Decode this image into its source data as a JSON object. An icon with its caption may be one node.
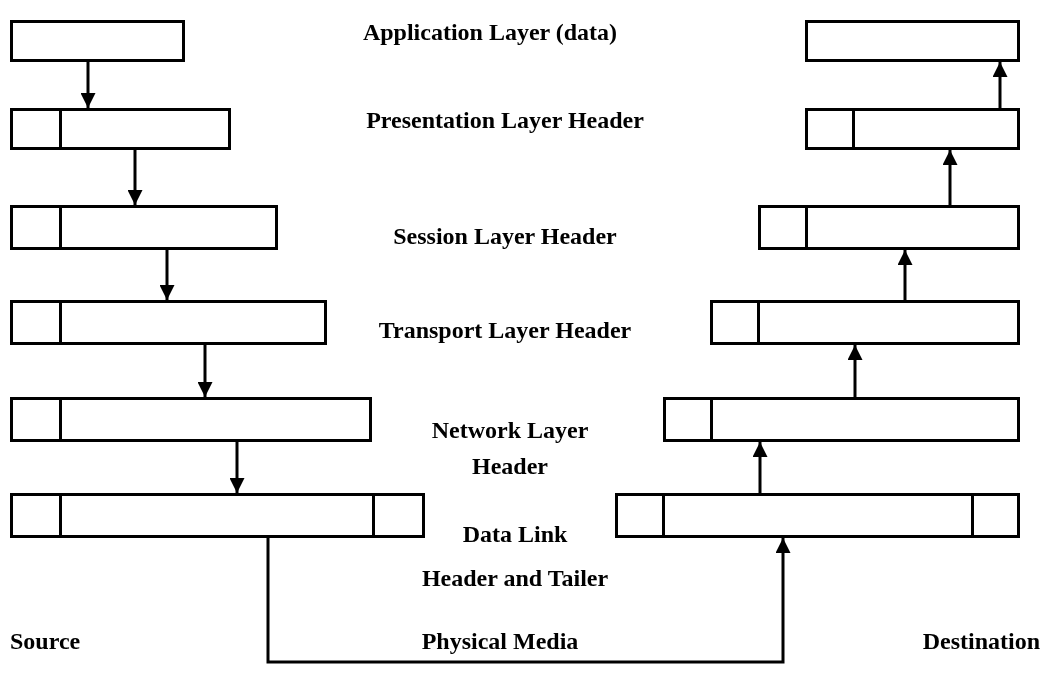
{
  "diagram": {
    "nodes": [
      {
        "text": [],
        "shape": "box"
      },
      {
        "text": [],
        "shape": "box"
      },
      {
        "text": [],
        "shape": "box"
      },
      {
        "text": [],
        "shape": "box"
      },
      {
        "text": [],
        "shape": "box"
      },
      {
        "text": [],
        "shape": "box"
      },
      {
        "text": [],
        "shape": "box"
      },
      {
        "text": [],
        "shape": "box"
      },
      {
        "text": [],
        "shape": "box"
      },
      {
        "text": [],
        "shape": "box"
      },
      {
        "text": [],
        "shape": "box"
      },
      {
        "text": [],
        "shape": "box"
      }
    ],
    "edges": [
      {
        "from": 0,
        "to": 1,
        "arrow": "to"
      },
      {
        "from": 1,
        "to": 2,
        "arrow": "to"
      },
      {
        "from": 2,
        "to": 3,
        "arrow": "to"
      },
      {
        "from": 3,
        "to": 4,
        "arrow": "to"
      },
      {
        "from": 4,
        "to": 5,
        "arrow": "to"
      },
      {
        "from": 5,
        "to": 11,
        "arrow": "to"
      },
      {
        "from": 11,
        "to": 10,
        "arrow": "to"
      },
      {
        "from": 10,
        "to": 9,
        "arrow": "to"
      },
      {
        "from": 9,
        "to": 8,
        "arrow": "to"
      },
      {
        "from": 8,
        "to": 7,
        "arrow": "to"
      },
      {
        "from": 7,
        "to": 6,
        "arrow": "to"
      }
    ],
    "labels": [
      "Application Layer (data)",
      "Presentation Layer Header",
      "Session Layer Header",
      "Transport Layer Header",
      "Network Layer Header",
      "Data Link Header and Tailer",
      "Source",
      "Physical Media",
      "Destination"
    ]
  }
}
